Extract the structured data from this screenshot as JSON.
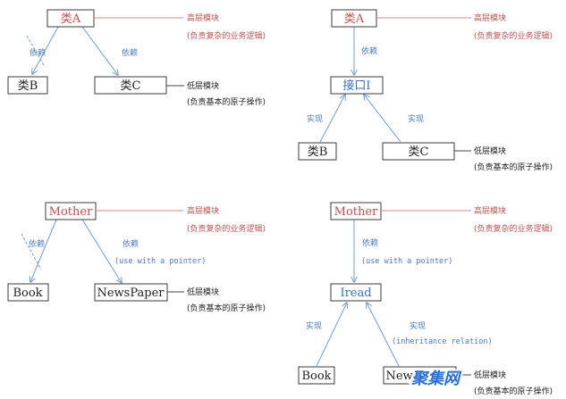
{
  "diagrams": [
    {
      "top": "类A",
      "left": "类B",
      "right": "类C",
      "edge_left": "依赖",
      "edge_right": "依赖",
      "top_note_1": "高层模块",
      "top_note_2": "(负责复杂的业务逻辑)",
      "bottom_note_1": "低层模块",
      "bottom_note_2": "(负责基本的原子操作)"
    },
    {
      "top": "类A",
      "middle": "接口I",
      "left": "类B",
      "right": "类C",
      "edge_dep": "依赖",
      "edge_impl_left": "实现",
      "edge_impl_right": "实现",
      "top_note_1": "高层模块",
      "top_note_2": "(负责复杂的业务逻辑)",
      "bottom_note_1": "低层模块",
      "bottom_note_2": "(负责基本的原子操作)"
    },
    {
      "top": "Mother",
      "left": "Book",
      "right": "NewsPaper",
      "edge_left": "依赖",
      "edge_right": "依赖",
      "edge_right_sub": "(use with a pointer)",
      "top_note_1": "高层模块",
      "top_note_2": "(负责复杂的业务逻辑)",
      "bottom_note_1": "低层模块",
      "bottom_note_2": "(负责基本的原子操作)"
    },
    {
      "top": "Mother",
      "middle": "Iread",
      "left": "Book",
      "right": "NewsPaper",
      "edge_dep": "依赖",
      "edge_dep_sub": "(use with a pointer)",
      "edge_impl_left": "实现",
      "edge_impl_right": "实现",
      "edge_impl_right_sub": "(inheritance relation)",
      "top_note_1": "高层模块",
      "top_note_2": "(负责复杂的业务逻辑)",
      "bottom_note_1": "低层模块",
      "bottom_note_2": "(负责基本的原子操作)"
    }
  ],
  "watermark": "聚集网",
  "colors": {
    "high_level": "#c0504d",
    "interface": "#3a6fc4",
    "arrow": "#6f9ad8",
    "box_border": "#3b3b3b"
  }
}
